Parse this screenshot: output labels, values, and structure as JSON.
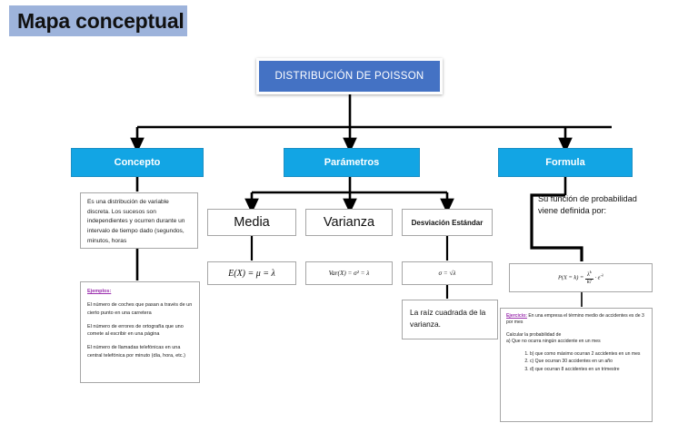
{
  "page": {
    "title": "Mapa conceptual",
    "background": "#ffffff",
    "title_band_color": "#9DB3DB"
  },
  "colors": {
    "root_fill": "#4472C4",
    "level2_fill": "#12A5E4",
    "level2_border": "#1C8FC4",
    "box_border": "#A6A6A6",
    "accent_purple": "#9B2FAE",
    "connector": "#000000"
  },
  "diagram": {
    "type": "concept-map",
    "root": {
      "label": "DISTRIBUCIÓN DE POISSON"
    },
    "branches": [
      {
        "id": "concepto",
        "label": "Concepto",
        "description": "Es una distribución de variable discreta. Los sucesos son independientes y ocurren durante un intervalo de tiempo dado (segundos, minutos, horas",
        "examples": {
          "heading": "Ejemplos:",
          "items": [
            "El número de coches que pasan a través de un cierto punto en una carretera",
            "El número de errores de ortografía que uno comete al escribir en una página",
            "El número de llamadas telefónicas en una central telefónica por minuto (día, hora, etc.)"
          ]
        }
      },
      {
        "id": "parametros",
        "label": "Parámetros",
        "children": [
          {
            "id": "media",
            "label": "Media",
            "formula": "E(X) = μ  =  λ"
          },
          {
            "id": "varianza",
            "label": "Varianza",
            "formula": "Var(X) = σ² = λ"
          },
          {
            "id": "desviacion",
            "label": "Desviación Estándar",
            "formula": "σ = √λ",
            "note": "La raíz cuadrada de la varianza."
          }
        ]
      },
      {
        "id": "formula",
        "label": "Formula",
        "intro": "Su función de probabilidad viene definida por:",
        "formula_plain": "P(X = k) = (λ^k / k!) · e^(-λ)",
        "formula_parts": {
          "lhs": "P(X = k) =",
          "numerator": "λ",
          "num_exp": "k",
          "denominator": "k!",
          "tail": "· e",
          "tail_exp": "-λ"
        },
        "exercise": {
          "heading": "Ejercicio:",
          "statement": "En una empresa el término medio de accidentes es de 3 por mes",
          "prompt_line1": "Calcular la probabilidad de",
          "prompt_line2": "a) Que no ocurra ningún accidente en un mes",
          "items": [
            "b) que como máximo ocurran 2 accidentes en un mes",
            "c) Que ocurran 30 accidentes en un año",
            "d) que ocurran 8 accidentes en un trimestre"
          ]
        }
      }
    ]
  }
}
